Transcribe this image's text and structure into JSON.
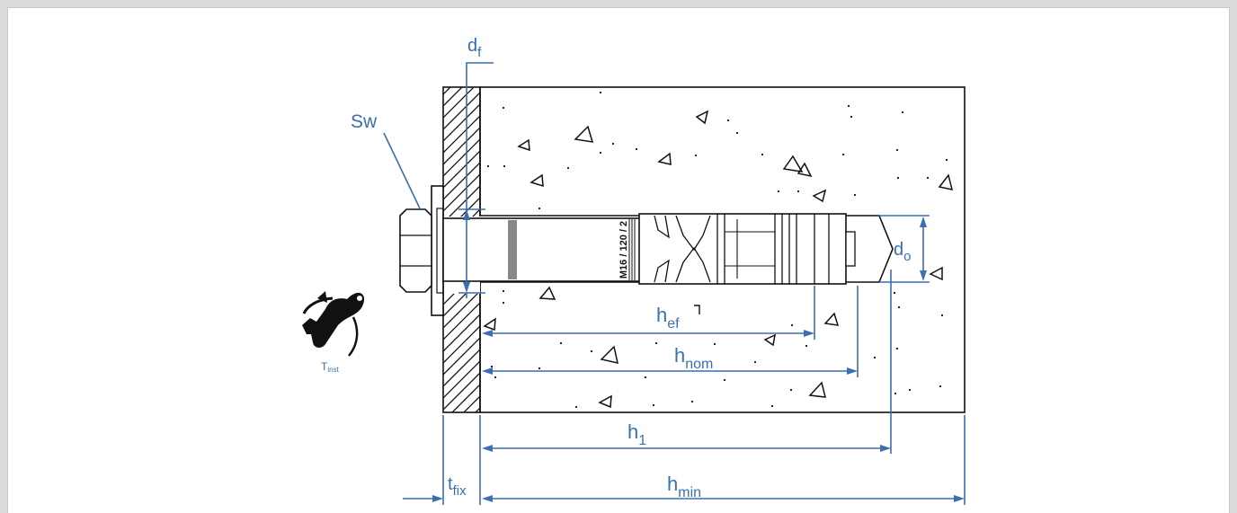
{
  "colors": {
    "dimension": "#3a6fb0",
    "outline": "#111111",
    "background": "#ffffff"
  },
  "labels": {
    "sw": "Sw",
    "df_main": "d",
    "df_sub": "f",
    "do_main": "d",
    "do_sub": "o",
    "hef_main": "h",
    "hef_sub": "ef",
    "hnom_main": "h",
    "hnom_sub": "nom",
    "h1_main": "h",
    "h1_sub": "1",
    "hmin_main": "h",
    "hmin_sub": "min",
    "tfix_main": "t",
    "tfix_sub": "fix",
    "tinst_main": "T",
    "tinst_sub": "inst",
    "anchor_marking": "M16 / 120 / 2"
  },
  "icons": {
    "torque": "torque-wrench-icon"
  }
}
